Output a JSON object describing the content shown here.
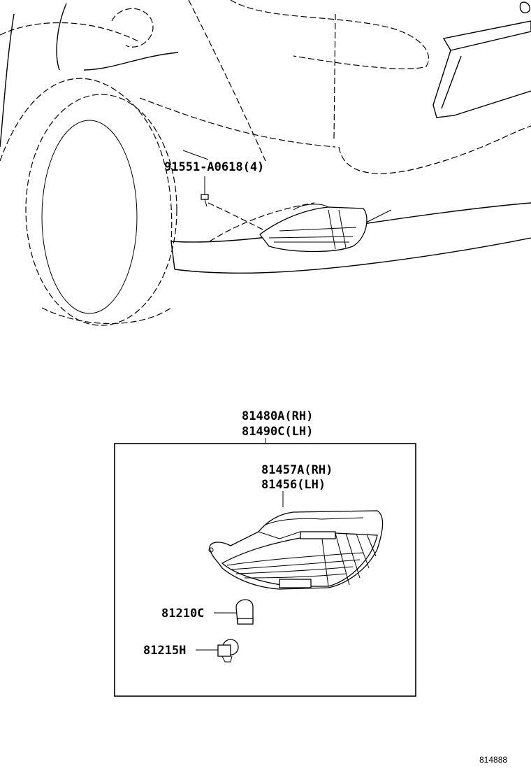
{
  "callouts": {
    "bolt": "91551-A0618(4)",
    "assembly_rh": "81480A(RH)",
    "assembly_lh": "81490C(LH)",
    "lens_rh": "81457A(RH)",
    "lens_lh": "81456(LH)",
    "bulb": "81210C",
    "socket": "81215H"
  },
  "diagram_code": "814888"
}
